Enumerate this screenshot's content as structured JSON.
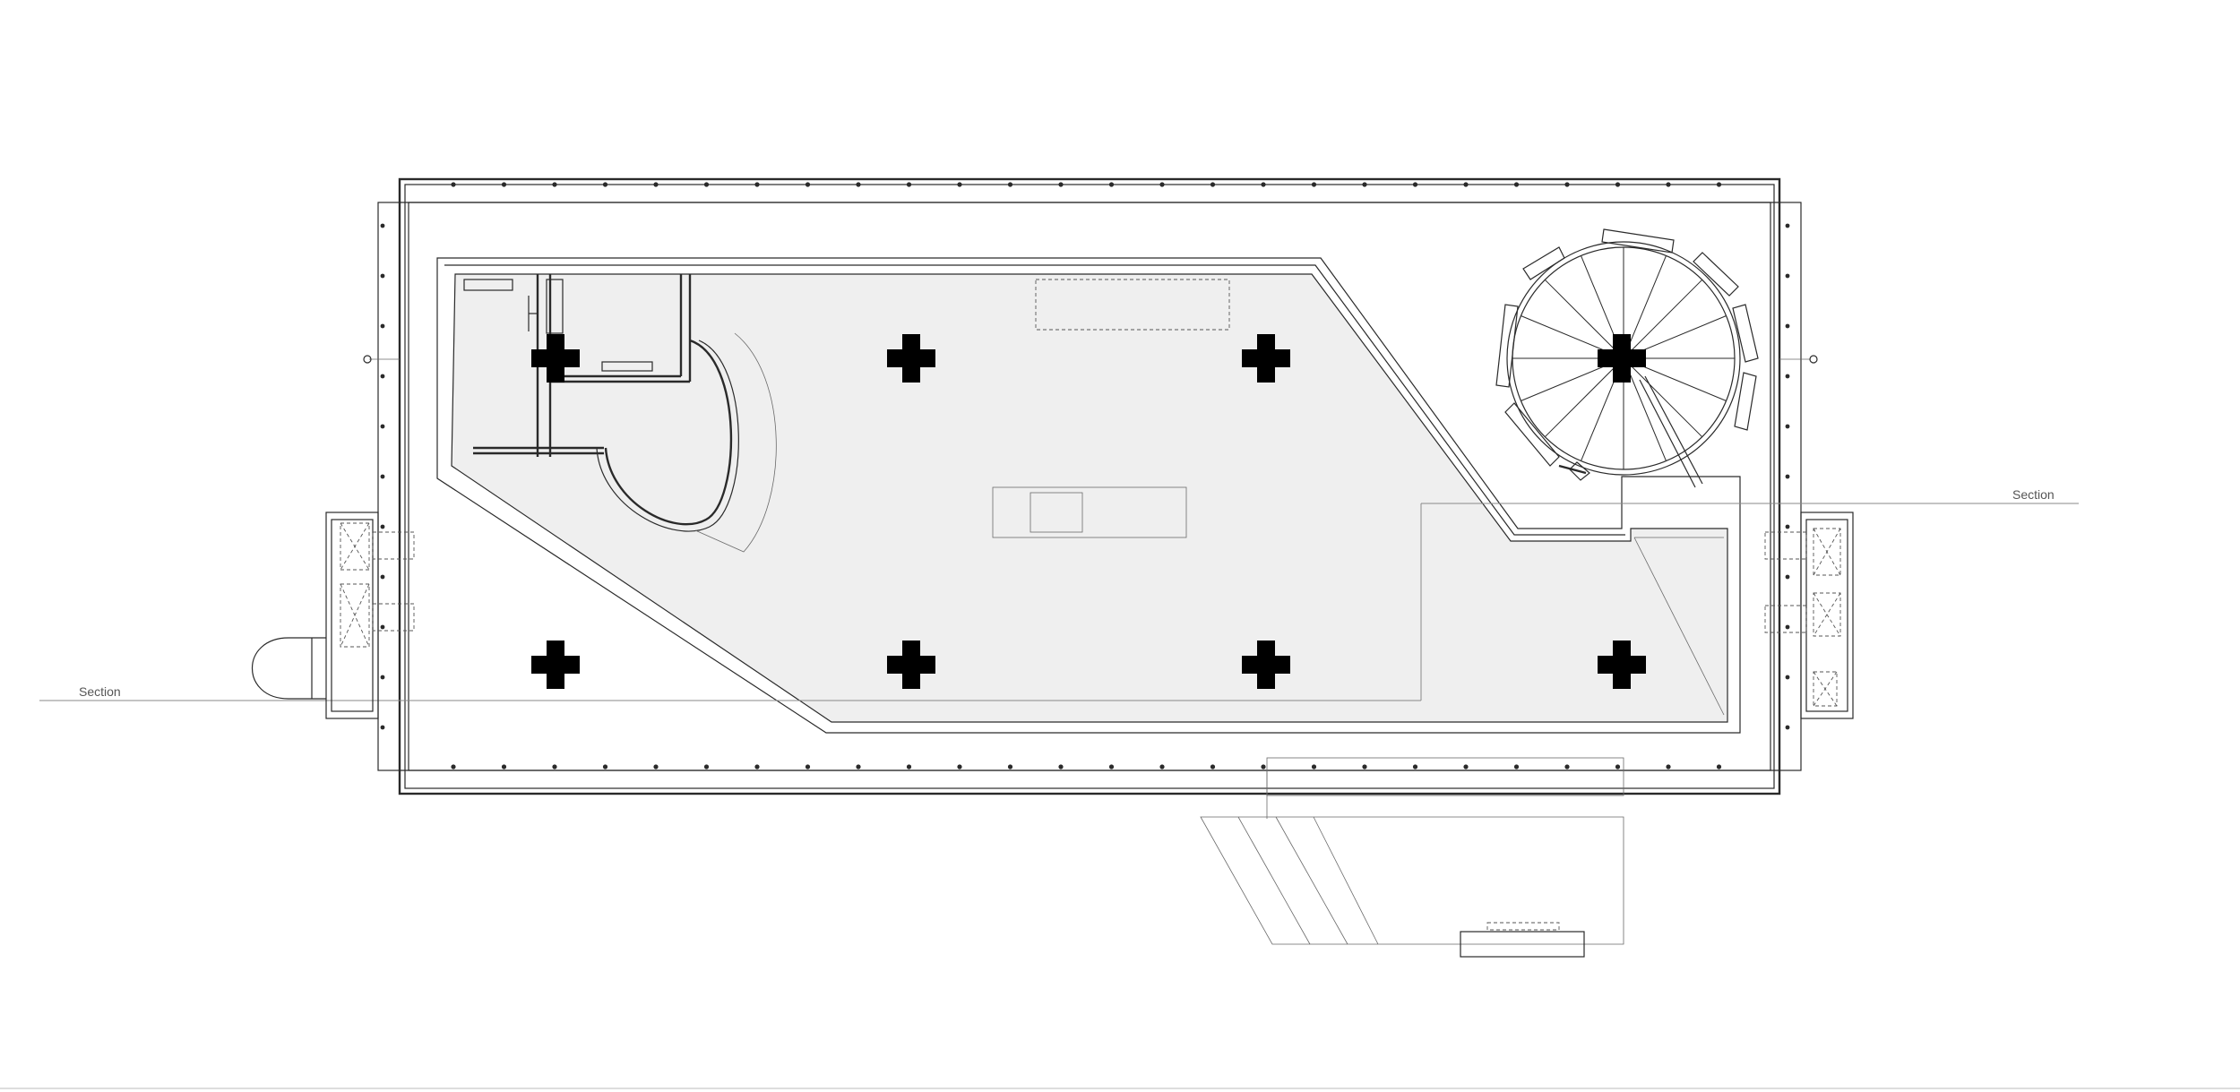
{
  "section_labels": {
    "left": "Section",
    "right": "Section"
  },
  "colors": {
    "line": "#2a2a2a",
    "floor_fill": "#efefef",
    "column": "#000000",
    "section_line": "#888888"
  },
  "elements": {
    "columns": 8,
    "spiral_stair_treads": 16
  }
}
